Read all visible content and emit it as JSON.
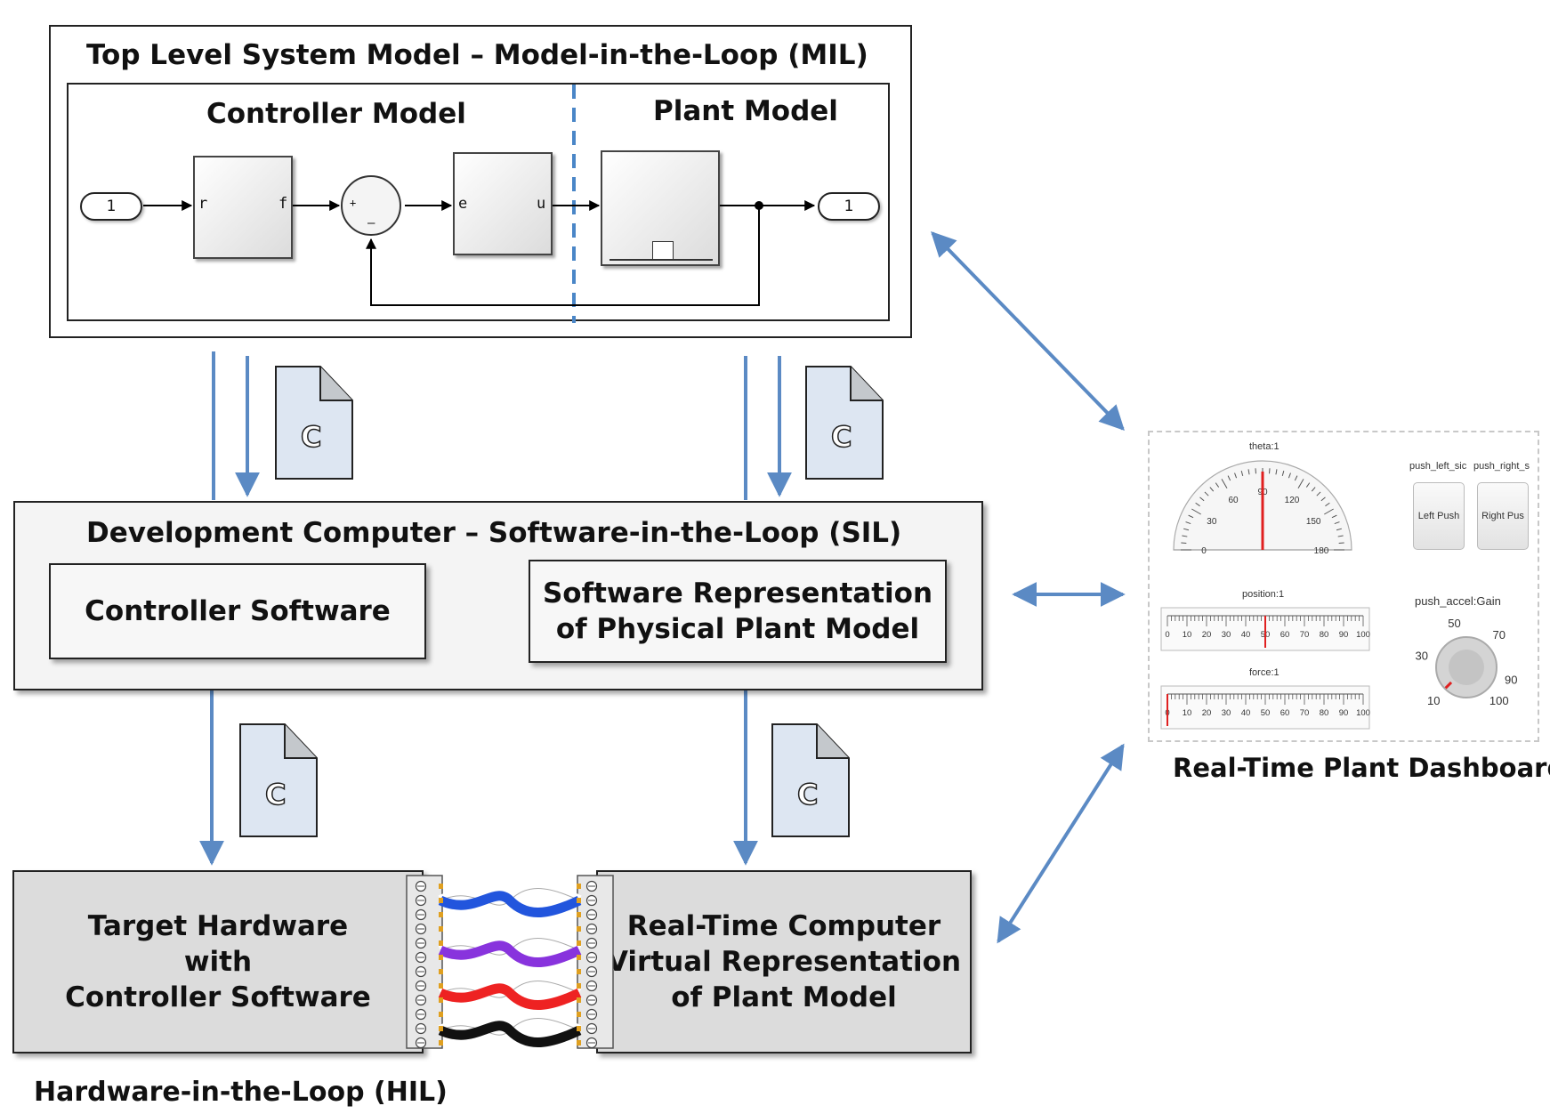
{
  "mil": {
    "title": "Top Level System Model – Model-in-the-Loop (MIL)",
    "controller_title": "Controller Model",
    "plant_title": "Plant Model",
    "inport": "1",
    "outport": "1",
    "ref_in": "r",
    "ref_out": "f",
    "sum_plus": "+",
    "sum_minus": "–",
    "ctrl_in": "e",
    "ctrl_out": "u"
  },
  "sil": {
    "title": "Development Computer – Software-in-the-Loop (SIL)",
    "controller_sw": "Controller Software",
    "plant_sw": "Software Representation\nof Physical Plant Model"
  },
  "hil": {
    "target": "Target Hardware\nwith\nController Software",
    "realtime": "Real-Time Computer\nVirtual Representation\nof Plant Model",
    "label": "Hardware-in-the-Loop (HIL)",
    "wire_colors": [
      "#2255dd",
      "#8833dd",
      "#ee2222",
      "#111111"
    ]
  },
  "code_file_letter": "C",
  "dashboard": {
    "label": "Real-Time Plant Dashboard",
    "gauge": {
      "label": "theta:1",
      "ticks": [
        "0",
        "30",
        "60",
        "90",
        "120",
        "150",
        "180"
      ],
      "value": 90
    },
    "push_left_label": "push_left_sic",
    "push_right_label": "push_right_s",
    "left_button": "Left Push",
    "right_button": "Right Pus",
    "position": {
      "label": "position:1",
      "ticks": [
        "0",
        "10",
        "20",
        "30",
        "40",
        "50",
        "60",
        "70",
        "80",
        "90",
        "100"
      ],
      "value": 50
    },
    "force": {
      "label": "force:1",
      "ticks": [
        "0",
        "10",
        "20",
        "30",
        "40",
        "50",
        "60",
        "70",
        "80",
        "90",
        "100"
      ],
      "value": 0
    },
    "knob": {
      "label": "push_accel:Gain",
      "ticks": [
        "10",
        "30",
        "50",
        "70",
        "90",
        "100"
      ],
      "value": 10
    }
  },
  "colors": {
    "arrow": "#5b8ac4",
    "file": "#dde6f2",
    "hw": "#dcdcdc"
  }
}
